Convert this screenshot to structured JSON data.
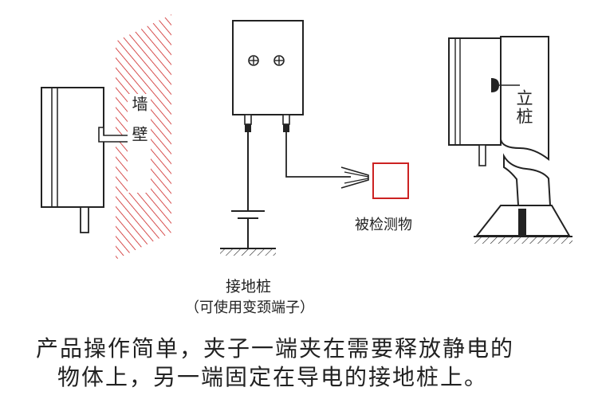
{
  "labels": {
    "wall": "墙壁",
    "post": "立桩",
    "object_under_test": "被检测物",
    "ground_stake": "接地桩",
    "ground_stake_note": "（可使用变颈端子）"
  },
  "caption": {
    "line1": "产品操作简单，夹子一端夹在需要释放静电的",
    "line2": "物体上，另一端固定在导电的接地桩上。"
  },
  "colors": {
    "line": "#222222",
    "accent": "#cc2222",
    "background": "#ffffff"
  }
}
